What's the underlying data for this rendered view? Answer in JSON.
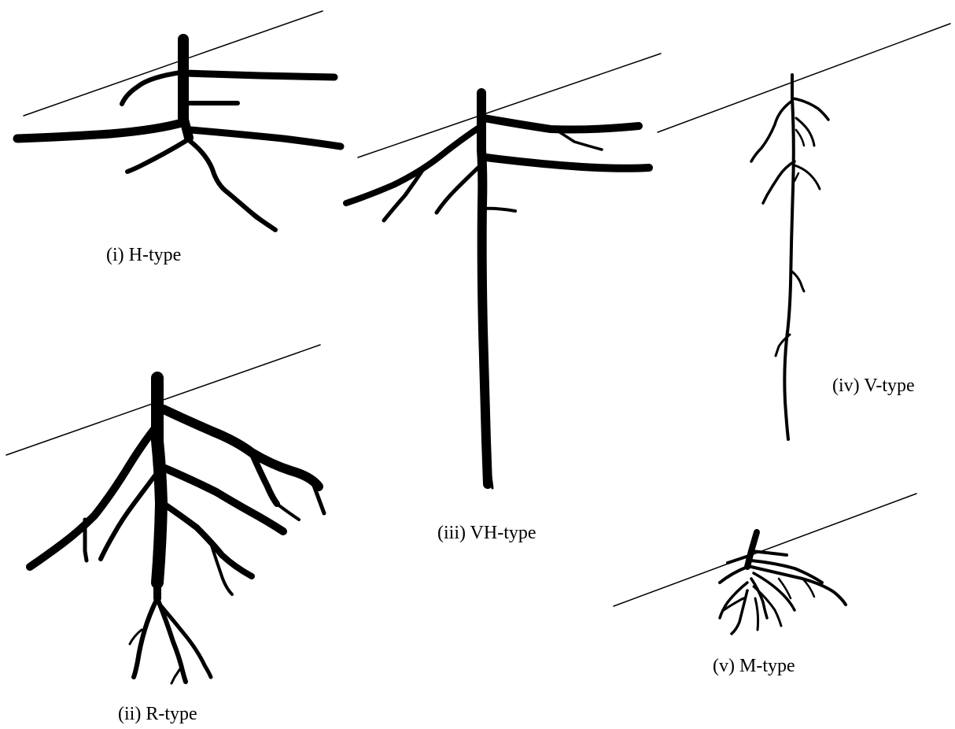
{
  "captions": {
    "h_type": "(i) H-type",
    "r_type": "(ii) R-type",
    "vh_type": "(iii) VH-type",
    "v_type": "(iv) V-type",
    "m_type": "(v) M-type"
  },
  "colors": {
    "ink": "#000000",
    "background": "#ffffff"
  }
}
